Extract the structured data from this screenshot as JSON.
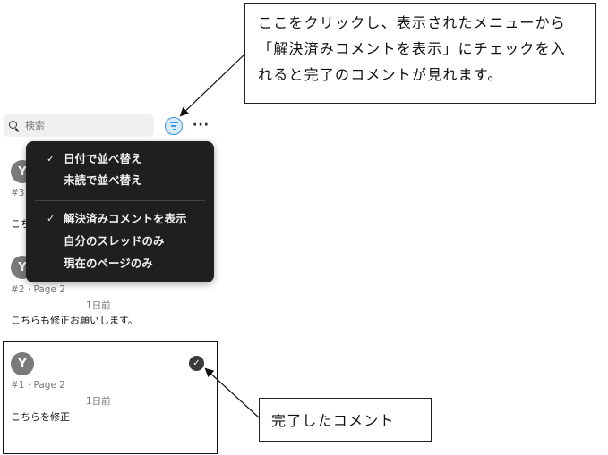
{
  "callouts": {
    "top": [
      "ここをクリックし、表示されたメニューから",
      "「解決済みコメントを表示」にチェックを入",
      "れると完了のコメントが見れます。"
    ],
    "bottom": "完了したコメント"
  },
  "search": {
    "placeholder": "検索"
  },
  "menu": {
    "items": [
      {
        "label": "日付で並べ替え",
        "checked": "✓"
      },
      {
        "label": "未読で並べ替え",
        "checked": ""
      },
      {
        "label": "解決済みコメントを表示",
        "checked": "✓"
      },
      {
        "label": "自分のスレッドのみ",
        "checked": ""
      },
      {
        "label": "現在のページのみ",
        "checked": ""
      }
    ]
  },
  "comments": [
    {
      "avatar": "Y",
      "meta": "#3",
      "time": "",
      "text": "こち"
    },
    {
      "avatar": "Y",
      "meta": "#2 · Page 2",
      "time": "1日前",
      "text": "こちらも修正お願いします。"
    },
    {
      "avatar": "Y",
      "meta": "#1 · Page 2",
      "time": "1日前",
      "text": "こちらを修正",
      "resolved_icon": "✓"
    }
  ],
  "icons": {
    "search": "search-icon",
    "filter": "filter-icon",
    "more": "more-icon",
    "resolved": "check-circle-icon"
  },
  "more_label": "···",
  "colors": {
    "accent": "#3b92e8",
    "menu_bg": "#1f1f1f",
    "avatar_bg": "#7a7a7a"
  }
}
